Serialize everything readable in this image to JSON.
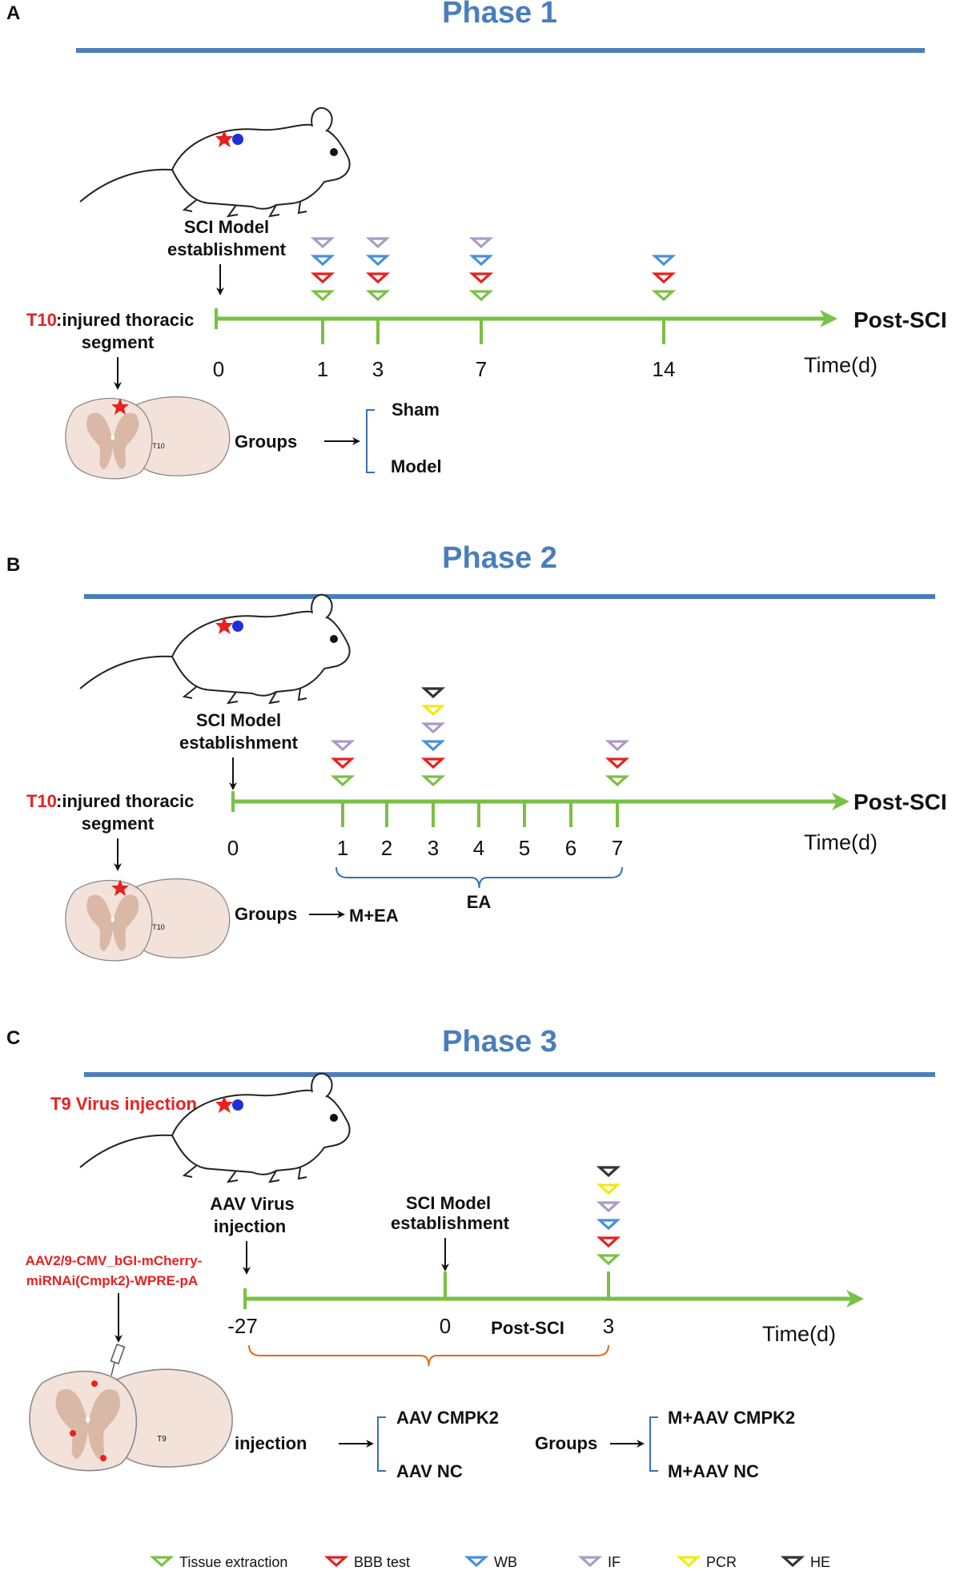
{
  "colors": {
    "phase_title": "#4a7ebb",
    "rule": "#4a7ebb",
    "timeline": "#7ac143",
    "red_text": "#e8201f",
    "tissue": "#7ac143",
    "bbb": "#e8201f",
    "wb": "#4a90d9",
    "if": "#a99bc9",
    "pcr": "#f2ea10",
    "he": "#333333",
    "brace_blue": "#3a6fb5",
    "brace_orange": "#e06a1a"
  },
  "panels": {
    "a": {
      "letter": "A",
      "title": "Phase 1",
      "event_label_line1": "SCI   Model",
      "event_label_line2": "establishment",
      "injury_line1": "T10",
      "injury_line1_rest": ":injured thoracic",
      "injury_line2": "segment",
      "section_label": "T10",
      "end_label": "Post-SCI",
      "time_label": "Time(d)",
      "ticks": [
        "0",
        "1",
        "3",
        "7",
        "14"
      ],
      "groups_label": "Groups",
      "groups": [
        "Sham",
        "Model"
      ],
      "markers": [
        {
          "day": "1",
          "tests": [
            "IF",
            "WB",
            "BBB test",
            "Tissue extraction"
          ]
        },
        {
          "day": "3",
          "tests": [
            "IF",
            "WB",
            "BBB test",
            "Tissue extraction"
          ]
        },
        {
          "day": "7",
          "tests": [
            "IF",
            "WB",
            "BBB test",
            "Tissue extraction"
          ]
        },
        {
          "day": "14",
          "tests": [
            "WB",
            "BBB test",
            "Tissue extraction"
          ]
        }
      ]
    },
    "b": {
      "letter": "B",
      "title": "Phase 2",
      "event_label_line1": "SCI   Model",
      "event_label_line2": "establishment",
      "injury_line1": "T10",
      "injury_line1_rest": ":injured thoracic",
      "injury_line2": "segment",
      "section_label": "T10",
      "end_label": "Post-SCI",
      "time_label": "Time(d)",
      "ticks": [
        "0",
        "1",
        "2",
        "3",
        "4",
        "5",
        "6",
        "7"
      ],
      "brace_label": "EA",
      "groups_label": "Groups",
      "group": "M+EA",
      "markers": [
        {
          "day": "1",
          "tests": [
            "IF",
            "BBB test",
            "Tissue extraction"
          ]
        },
        {
          "day": "3",
          "tests": [
            "HE",
            "PCR",
            "IF",
            "WB",
            "BBB test",
            "Tissue extraction"
          ]
        },
        {
          "day": "7",
          "tests": [
            "IF",
            "BBB test",
            "Tissue extraction"
          ]
        }
      ]
    },
    "c": {
      "letter": "C",
      "title": "Phase 3",
      "virus_title": "T9 Virus injection",
      "construct_line1": "AAV2/9-CMV_bGI-mCherry-",
      "construct_line2": "miRNAi(Cmpk2)-WPRE-pA",
      "aav_label_line1": "AAV Virus",
      "aav_label_line2": "injection",
      "event_label_line1": "SCI   Model",
      "event_label_line2": "establishment",
      "section_label": "T9",
      "ticks": [
        "-27",
        "0",
        "3"
      ],
      "post_label": "Post-SCI",
      "time_label": "Time(d)",
      "injection_label": "injection",
      "injection_groups": [
        "AAV CMPK2",
        "AAV NC"
      ],
      "groups_label": "Groups",
      "groups": [
        "M+AAV CMPK2",
        "M+AAV NC"
      ],
      "markers": [
        {
          "day": "3",
          "tests": [
            "HE",
            "PCR",
            "IF",
            "WB",
            "BBB test",
            "Tissue extraction"
          ]
        }
      ]
    }
  },
  "legend": [
    {
      "label": "Tissue extraction",
      "color": "#7ac143"
    },
    {
      "label": "BBB test",
      "color": "#e8201f"
    },
    {
      "label": "WB",
      "color": "#4a90d9"
    },
    {
      "label": "IF",
      "color": "#a99bc9"
    },
    {
      "label": "PCR",
      "color": "#f2ea10"
    },
    {
      "label": "HE",
      "color": "#333333"
    }
  ]
}
